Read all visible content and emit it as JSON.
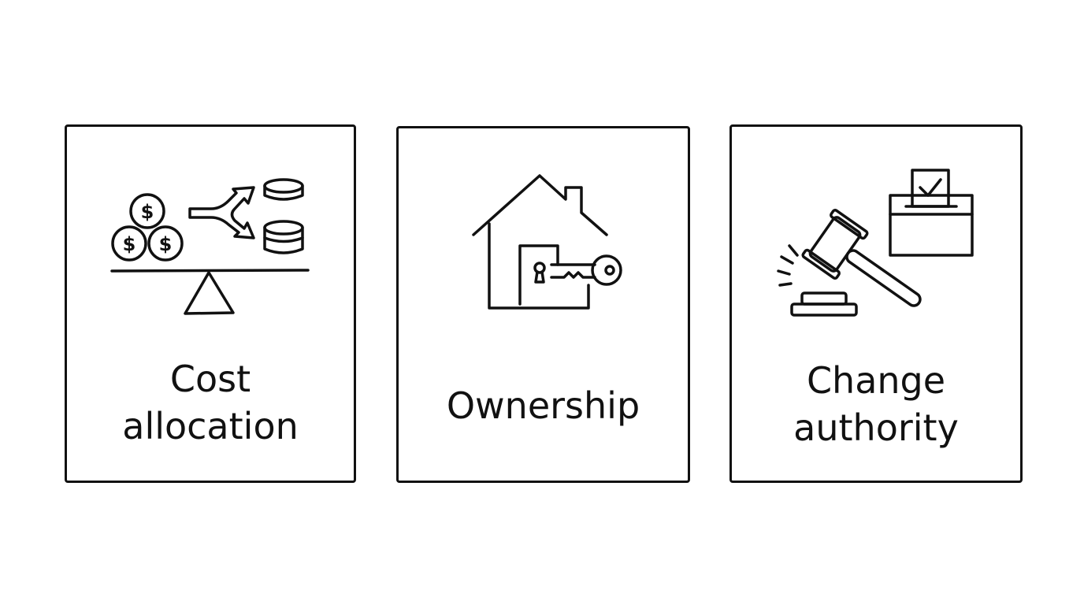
{
  "cards": [
    {
      "label_line1": "Cost",
      "label_line2": "allocation",
      "icon": "balance-scale-coins-split-icon"
    },
    {
      "label": "Ownership",
      "icon": "house-key-icon"
    },
    {
      "label_line1": "Change",
      "label_line2": "authority",
      "icon": "gavel-ballot-box-icon"
    }
  ]
}
